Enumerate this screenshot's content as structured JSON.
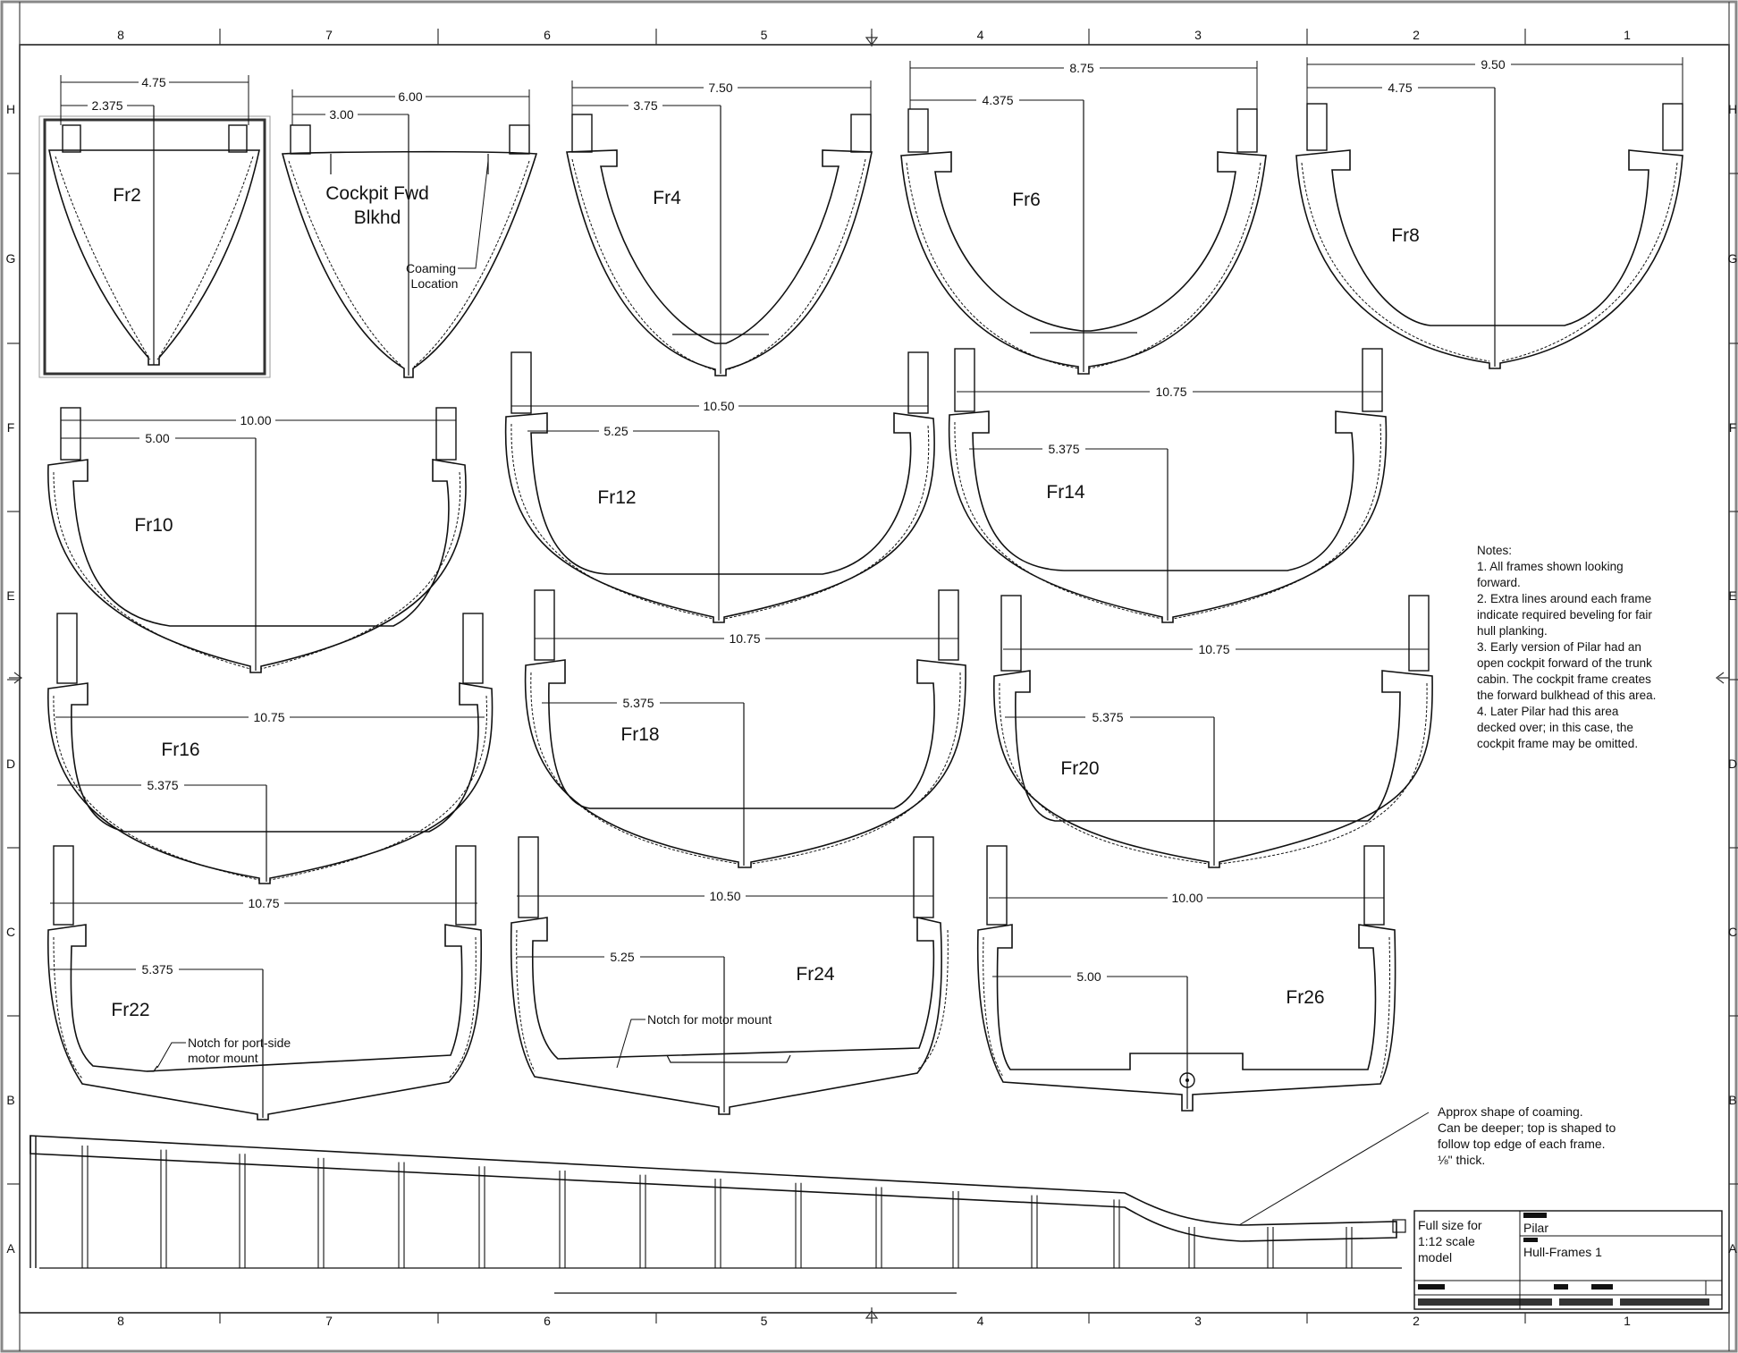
{
  "sheet": {
    "columns": [
      "8",
      "7",
      "6",
      "5",
      "4",
      "3",
      "2",
      "1"
    ],
    "rows": [
      "H",
      "G",
      "F",
      "E",
      "D",
      "C",
      "B",
      "A"
    ]
  },
  "frames": [
    {
      "id": "fr2",
      "label": "Fr2",
      "dims": [
        "4.75",
        "2.375"
      ]
    },
    {
      "id": "cockpit",
      "label_lines": [
        "Cockpit Fwd",
        "Blkhd"
      ],
      "dims": [
        "6.00",
        "3.00"
      ],
      "note_lines": [
        "Coaming",
        "Location"
      ]
    },
    {
      "id": "fr4",
      "label": "Fr4",
      "dims": [
        "7.50",
        "3.75"
      ]
    },
    {
      "id": "fr6",
      "label": "Fr6",
      "dims": [
        "8.75",
        "4.375"
      ]
    },
    {
      "id": "fr8",
      "label": "Fr8",
      "dims": [
        "9.50",
        "4.75"
      ]
    },
    {
      "id": "fr10",
      "label": "Fr10",
      "dims": [
        "10.00",
        "5.00"
      ]
    },
    {
      "id": "fr12",
      "label": "Fr12",
      "dims": [
        "10.50",
        "5.25"
      ]
    },
    {
      "id": "fr14",
      "label": "Fr14",
      "dims": [
        "10.75",
        "5.375"
      ]
    },
    {
      "id": "fr16",
      "label": "Fr16",
      "dims": [
        "10.75",
        "5.375"
      ]
    },
    {
      "id": "fr18",
      "label": "Fr18",
      "dims": [
        "10.75",
        "5.375"
      ]
    },
    {
      "id": "fr20",
      "label": "Fr20",
      "dims": [
        "10.75",
        "5.375"
      ]
    },
    {
      "id": "fr22",
      "label": "Fr22",
      "dims": [
        "10.75",
        "5.375"
      ],
      "note_lines": [
        "Notch for port-side",
        "motor mount"
      ]
    },
    {
      "id": "fr24",
      "label": "Fr24",
      "dims": [
        "10.50",
        "5.25"
      ],
      "note_lines": [
        "Notch for motor mount"
      ]
    },
    {
      "id": "fr26",
      "label": "Fr26",
      "dims": [
        "10.00",
        "5.00"
      ]
    }
  ],
  "notes": {
    "lines": [
      "Notes:",
      "1. All frames shown looking",
      "forward.",
      "2. Extra lines around each frame",
      "indicate required beveling for fair",
      "hull planking.",
      "3. Early version of Pilar had an",
      "open cockpit forward of the trunk",
      "cabin. The cockpit frame creates",
      "the forward bulkhead of this area.",
      "4. Later Pilar had this area",
      "decked over; in this case, the",
      "cockpit frame may be omitted."
    ]
  },
  "coaming_note": {
    "lines": [
      "Approx shape of coaming.",
      "Can be deeper; top is shaped to",
      "follow top edge of each frame.",
      "⅛\" thick."
    ]
  },
  "title_block": {
    "scale_lines": [
      "Full size for",
      "1:12 scale",
      "model"
    ],
    "project": "Pilar",
    "drawing": "Hull-Frames 1"
  },
  "colors": {
    "line": "#111111",
    "border": "#222222",
    "paper": "#ffffff"
  }
}
